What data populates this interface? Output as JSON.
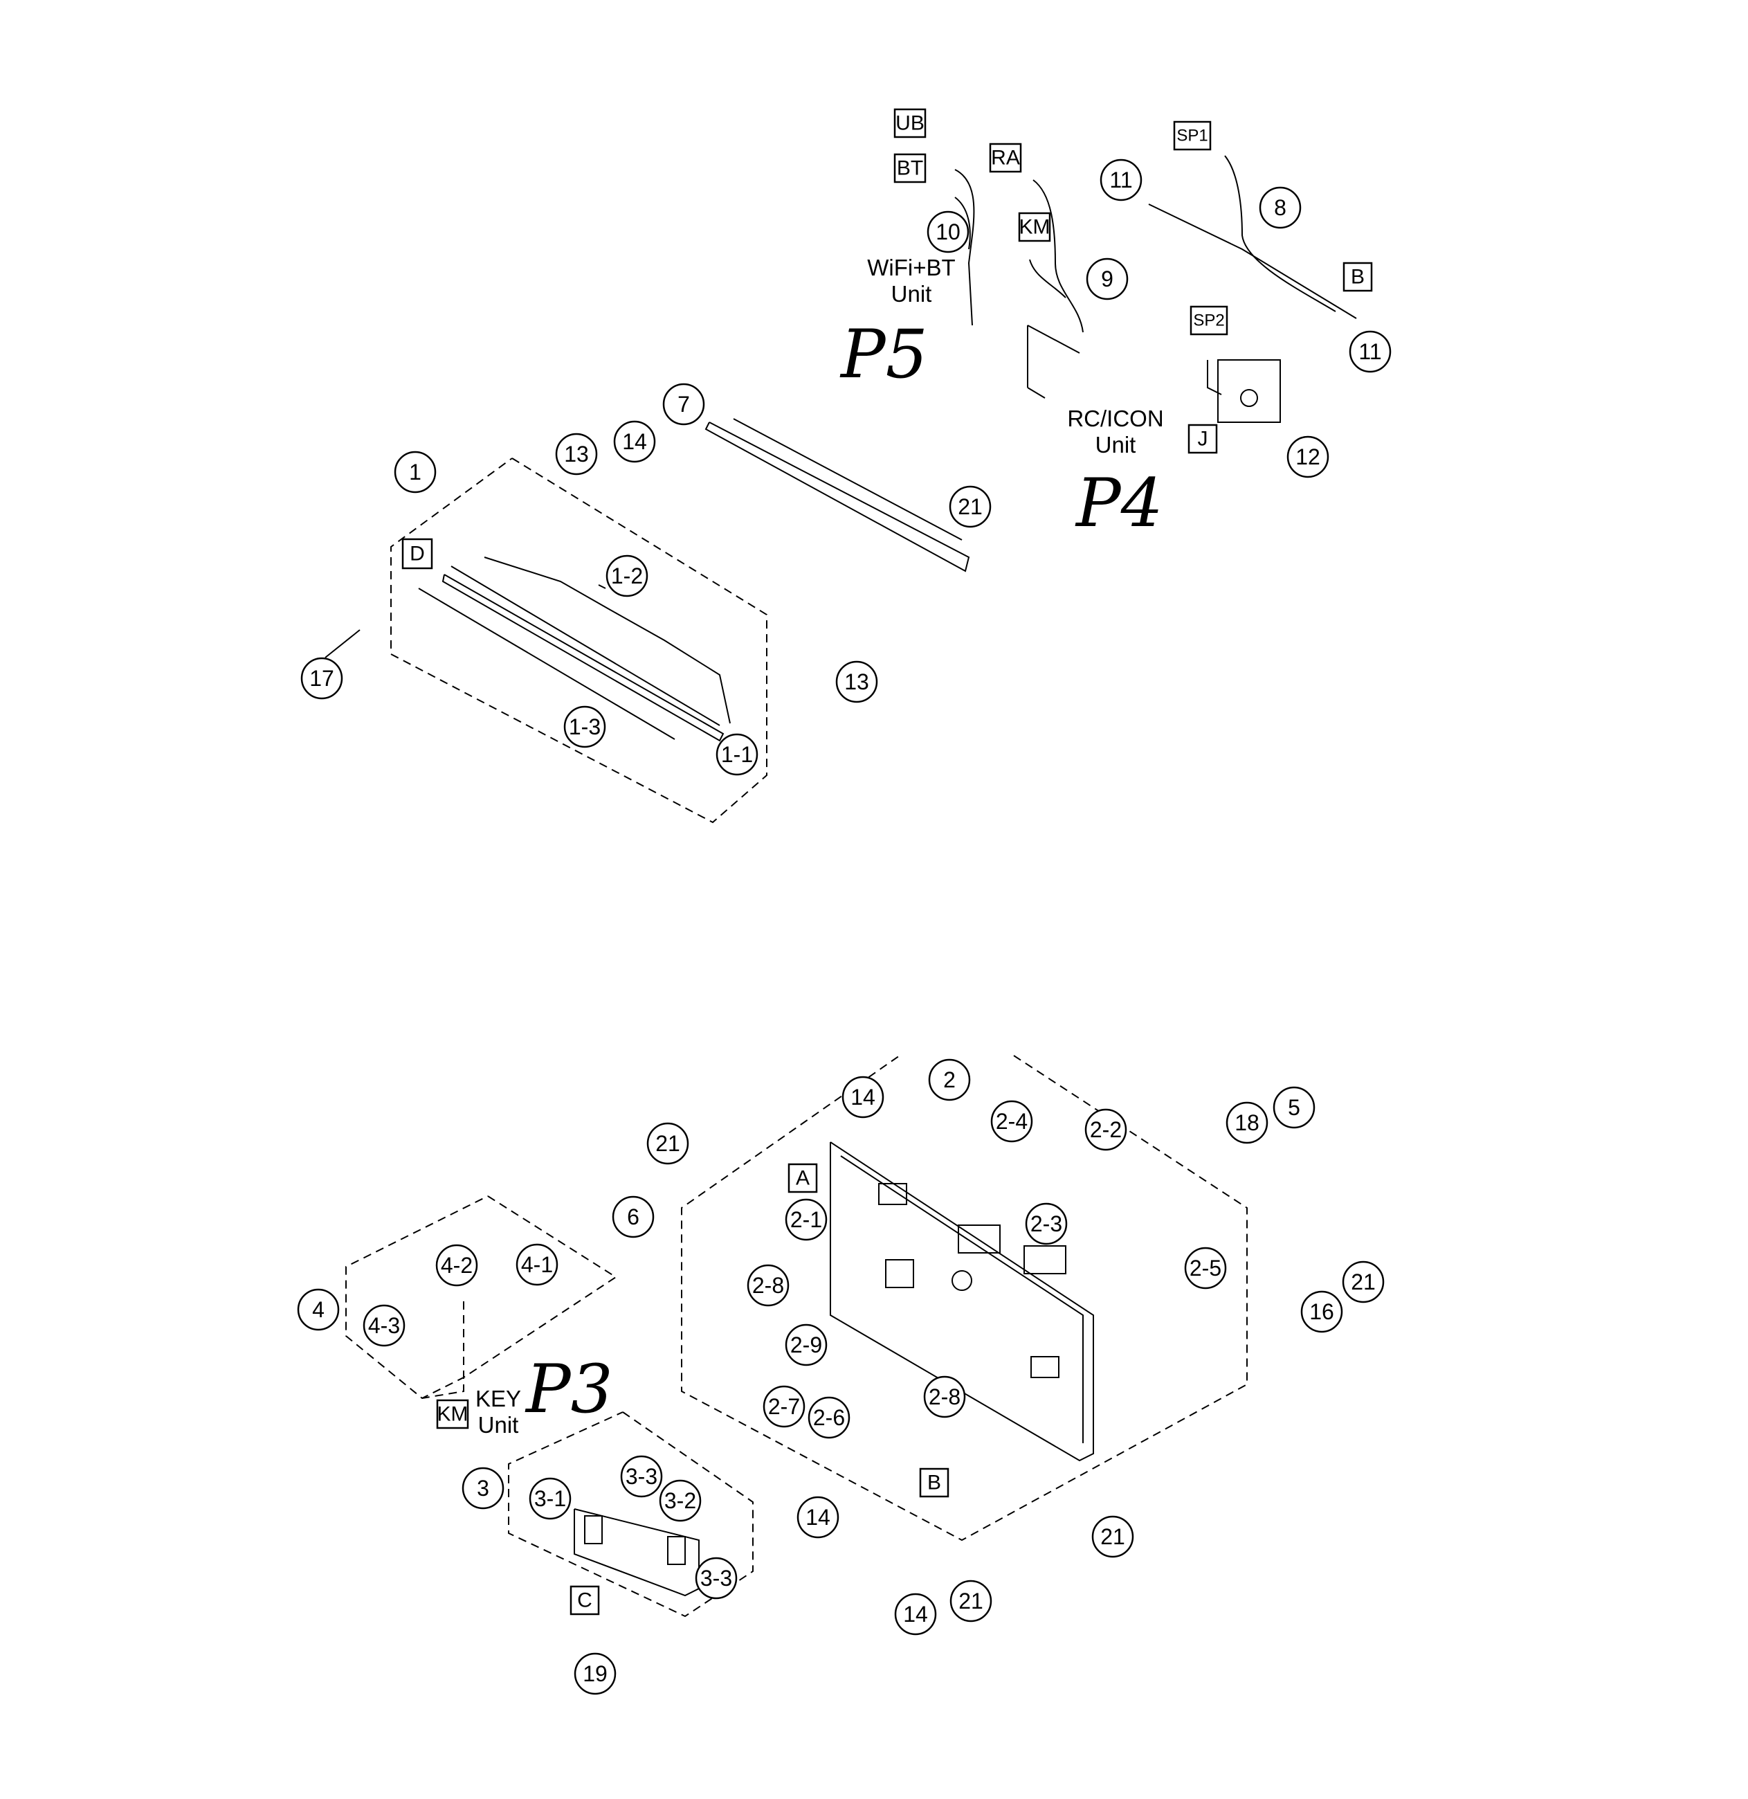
{
  "callouts": [
    {
      "id": "c1",
      "label": "1"
    },
    {
      "id": "c1-2",
      "label": "1-2"
    },
    {
      "id": "c1-3",
      "label": "1-3"
    },
    {
      "id": "c1-1",
      "label": "1-1"
    },
    {
      "id": "c13a",
      "label": "13"
    },
    {
      "id": "c14a",
      "label": "14"
    },
    {
      "id": "c13b",
      "label": "13"
    },
    {
      "id": "c17",
      "label": "17"
    },
    {
      "id": "c7",
      "label": "7"
    },
    {
      "id": "c21a",
      "label": "21"
    },
    {
      "id": "c10",
      "label": "10"
    },
    {
      "id": "c9",
      "label": "9"
    },
    {
      "id": "c11a",
      "label": "11"
    },
    {
      "id": "c8",
      "label": "8"
    },
    {
      "id": "c11b",
      "label": "11"
    },
    {
      "id": "c12",
      "label": "12"
    },
    {
      "id": "c2",
      "label": "2"
    },
    {
      "id": "c14b",
      "label": "14"
    },
    {
      "id": "c21b",
      "label": "21"
    },
    {
      "id": "c6",
      "label": "6"
    },
    {
      "id": "c2-4",
      "label": "2-4"
    },
    {
      "id": "c2-2",
      "label": "2-2"
    },
    {
      "id": "c2-3",
      "label": "2-3"
    },
    {
      "id": "c2-1",
      "label": "2-1"
    },
    {
      "id": "c2-8a",
      "label": "2-8"
    },
    {
      "id": "c2-9",
      "label": "2-9"
    },
    {
      "id": "c2-7",
      "label": "2-7"
    },
    {
      "id": "c2-6",
      "label": "2-6"
    },
    {
      "id": "c2-8b",
      "label": "2-8"
    },
    {
      "id": "c2-5",
      "label": "2-5"
    },
    {
      "id": "c16",
      "label": "16"
    },
    {
      "id": "c21c",
      "label": "21"
    },
    {
      "id": "c18",
      "label": "18"
    },
    {
      "id": "c5",
      "label": "5"
    },
    {
      "id": "c21d",
      "label": "21"
    },
    {
      "id": "c14c",
      "label": "14"
    },
    {
      "id": "c21e",
      "label": "21"
    },
    {
      "id": "c4",
      "label": "4"
    },
    {
      "id": "c4-2",
      "label": "4-2"
    },
    {
      "id": "c4-1",
      "label": "4-1"
    },
    {
      "id": "c4-3",
      "label": "4-3"
    },
    {
      "id": "c3",
      "label": "3"
    },
    {
      "id": "c3-1",
      "label": "3-1"
    },
    {
      "id": "c3-3a",
      "label": "3-3"
    },
    {
      "id": "c3-2",
      "label": "3-2"
    },
    {
      "id": "c3-3b",
      "label": "3-3"
    },
    {
      "id": "c14d",
      "label": "14"
    },
    {
      "id": "c19",
      "label": "19"
    }
  ],
  "connectors": [
    {
      "id": "UB",
      "label": "UB"
    },
    {
      "id": "BT",
      "label": "BT"
    },
    {
      "id": "RA",
      "label": "RA"
    },
    {
      "id": "KMa",
      "label": "KM"
    },
    {
      "id": "SP1",
      "label": "SP1"
    },
    {
      "id": "Ba",
      "label": "B"
    },
    {
      "id": "SP2",
      "label": "SP2"
    },
    {
      "id": "J",
      "label": "J"
    },
    {
      "id": "D",
      "label": "D"
    },
    {
      "id": "A",
      "label": "A"
    },
    {
      "id": "Bb",
      "label": "B"
    },
    {
      "id": "C",
      "label": "C"
    },
    {
      "id": "KMb",
      "label": "KM"
    }
  ],
  "units": {
    "wifi_bt": [
      "WiFi+BT",
      "Unit"
    ],
    "rc_icon": [
      "RC/ICON",
      "Unit"
    ],
    "key": [
      "KEY",
      "Unit"
    ]
  },
  "handwritten": {
    "p5": "P5",
    "p4": "P4",
    "p3": "P3"
  }
}
